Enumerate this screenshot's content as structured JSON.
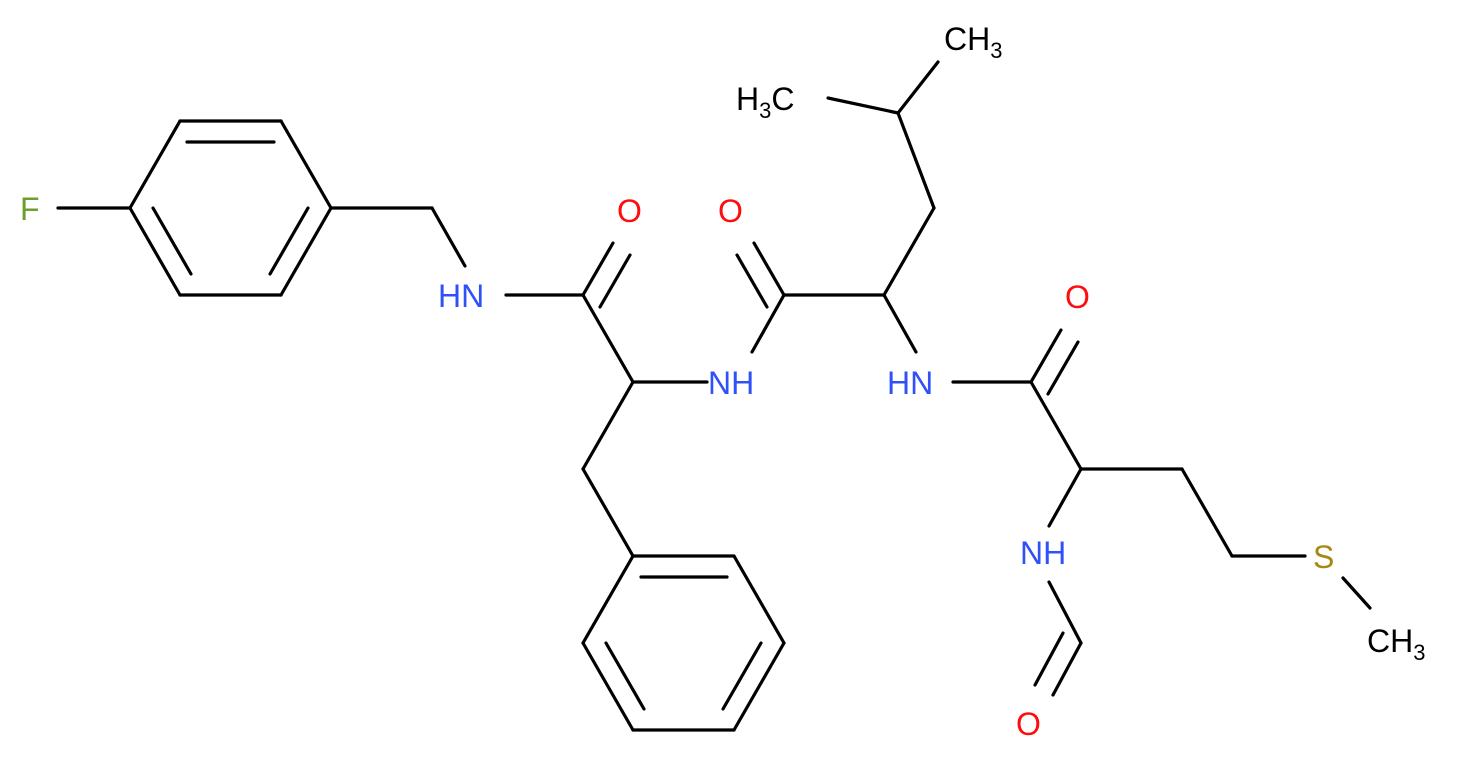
{
  "atoms": {
    "fluorine": "F",
    "nh_benzylamide": "HN",
    "o_amide_1": "O",
    "nh_phe": "NH",
    "o_amide_2": "O",
    "h3c_left": "H",
    "h3c_left_sub": "3",
    "h3c_left_c": "C",
    "ch3_top_c": "CH",
    "ch3_top_sub": "3",
    "o_amide_3": "O",
    "nh_leu": "HN",
    "nh_formyl": "NH",
    "o_formyl": "O",
    "sulfur": "S",
    "ch3_s_c": "CH",
    "ch3_s_sub": "3"
  },
  "colors": {
    "bond": "#000000",
    "nitrogen": "#3050F8",
    "oxygen": "#FF0D0D",
    "fluorine": "#6F9E2C",
    "sulfur": "#A38A12",
    "carbon": "#000000"
  }
}
